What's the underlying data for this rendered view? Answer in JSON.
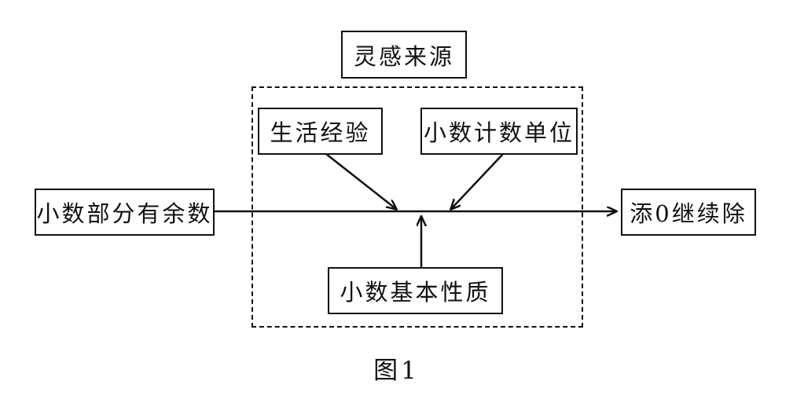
{
  "diagram": {
    "source_label": "灵感来源",
    "life_experience": "生活经验",
    "decimal_unit": "小数计数单位",
    "remainder": "小数部分有余数",
    "add_zero": "添0继续除",
    "decimal_property": "小数基本性质",
    "caption": "图1"
  }
}
